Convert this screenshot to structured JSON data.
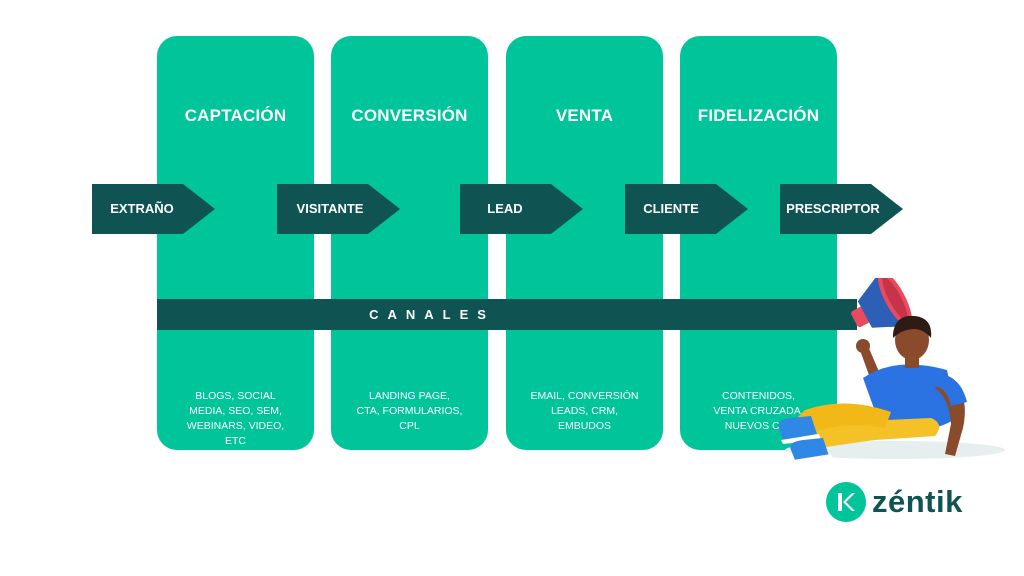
{
  "colors": {
    "column_bg": "#00c49a",
    "arrow_bg": "#0f5353",
    "text": "#ffffff",
    "logo_text": "#0f5353"
  },
  "columns": [
    {
      "title": "CAPTACIÓN",
      "channels": [
        "BLOGS, SOCIAL",
        "MEDIA, SEO, SEM,",
        "WEBINARS, VIDEO,",
        "ETC"
      ]
    },
    {
      "title": "CONVERSIÓN",
      "channels": [
        "LANDING PAGE,",
        "CTA, FORMULARIOS,",
        "CPL"
      ]
    },
    {
      "title": "VENTA",
      "channels": [
        "EMAIL, CONVERSIÓN",
        "LEADS, CRM,",
        "EMBUDOS"
      ]
    },
    {
      "title": "FIDELIZACIÓN",
      "channels": [
        "CONTENIDOS,",
        "VENTA CRUZADA,",
        "NUEVOS CTA"
      ]
    }
  ],
  "stages": [
    "EXTRAÑO",
    "VISITANTE",
    "LEAD",
    "CLIENTE",
    "PRESCRIPTOR"
  ],
  "canales": "CANALES",
  "illustration": {
    "icon": "person-with-megaphone-icon"
  },
  "logo": {
    "icon": "zentik-logo-icon",
    "text": "zéntik"
  }
}
